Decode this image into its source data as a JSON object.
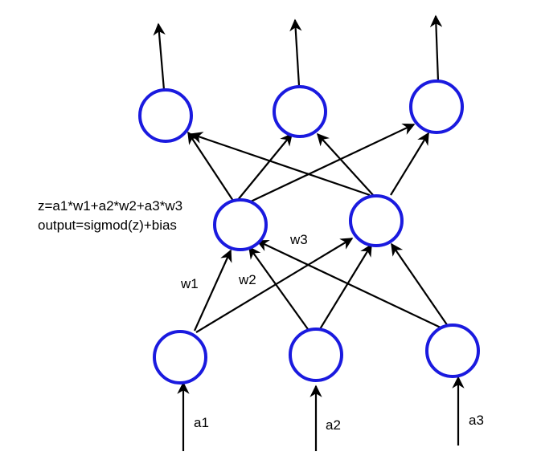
{
  "colors": {
    "node_stroke": "#1a1adf",
    "edge": "#000000",
    "background": "#ffffff"
  },
  "inputs": [
    "a1",
    "a2",
    "a3"
  ],
  "weights": [
    "w1",
    "w2",
    "w3"
  ],
  "formula": {
    "line1": "z=a1*w1+a2*w2+a3*w3",
    "line2": "output=sigmod(z)+bias"
  },
  "layers": {
    "input": 3,
    "hidden": 2,
    "output": 3
  }
}
